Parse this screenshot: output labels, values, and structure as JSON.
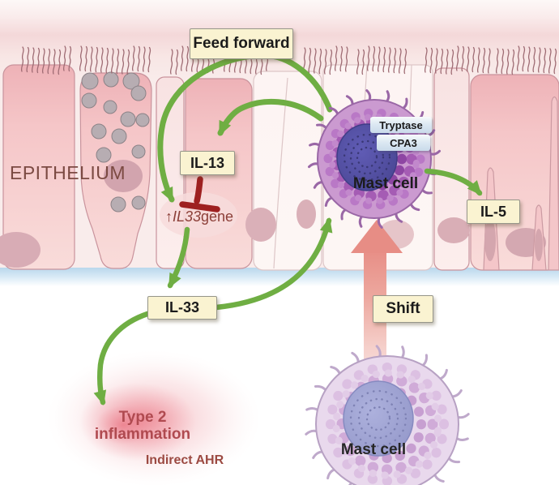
{
  "figure": {
    "epithelium_label": "EPITHELIUM",
    "feed_forward": "Feed forward",
    "il13": "IL-13",
    "il33": "IL-33",
    "il5": "IL-5",
    "shift": "Shift",
    "gene_upregulation": {
      "arrow": "↑",
      "gene": "IL33",
      "suffix": " gene"
    },
    "mast_cell_upper": {
      "label": "Mast cell",
      "granule_markers": [
        "Tryptase",
        "CPA3"
      ]
    },
    "mast_cell_lower": {
      "label": "Mast cell"
    },
    "type2_inflammation": {
      "line1": "Type 2",
      "line2": "inflammation",
      "note": "Indirect AHR"
    },
    "colors": {
      "arrow_green": "#6fae43",
      "inhibition_red": "#9e2020",
      "shift_arrow_pink": "#e78d85",
      "label_box_cream": "#faf3d1",
      "marker_chip_blue": "#cfdfee",
      "basement_membrane_blue": "#b9d7ec",
      "epithelium_pink": "#f5c9cb",
      "mast_cell_upper_purple": "#cb9ad0",
      "mast_cell_upper_nucleus": "#524fa3",
      "mast_cell_lower_lilac": "#e9d9ed",
      "inflammation_rose": "#ee8894",
      "epithelium_text": "#7b4a42",
      "gene_text": "#8c3f38",
      "inflammation_text": "#b04a50"
    }
  }
}
